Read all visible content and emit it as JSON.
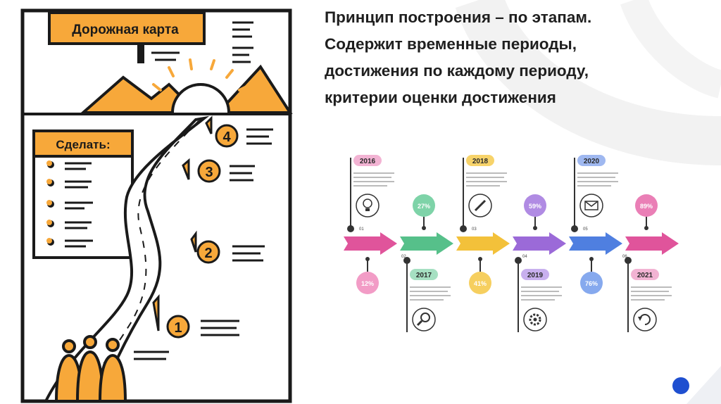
{
  "heading": {
    "lines": [
      "Принцип построения – по этапам.",
      "Содержит временные периоды,",
      "достижения по каждому периоду,",
      "критерии оценки достижения"
    ]
  },
  "roadmap": {
    "sign_title": "Дорожная карта",
    "todo_title": "Сделать:",
    "steps": [
      "1",
      "2",
      "3",
      "4"
    ]
  },
  "timeline": {
    "years": [
      "2016",
      "2017",
      "2018",
      "2019",
      "2020",
      "2021"
    ],
    "percents": [
      "27%",
      "59%",
      "89%",
      "12%",
      "41%",
      "76%"
    ],
    "numbers": [
      "01",
      "02",
      "03",
      "04",
      "05",
      "06"
    ],
    "colors": {
      "pink": "#e0549b",
      "green": "#56c08a",
      "teal": "#3dbcb8",
      "yellow": "#f3c13a",
      "purple": "#9b6ad8",
      "blue": "#4f7fe0",
      "accent": "#f5a623"
    },
    "icons": [
      "lightbulb-icon",
      "magnifier-icon",
      "pencil-icon",
      "gear-icon",
      "envelope-icon",
      "refresh-icon"
    ]
  },
  "decor": {
    "corner_dot_color": "#1f4fd0"
  }
}
